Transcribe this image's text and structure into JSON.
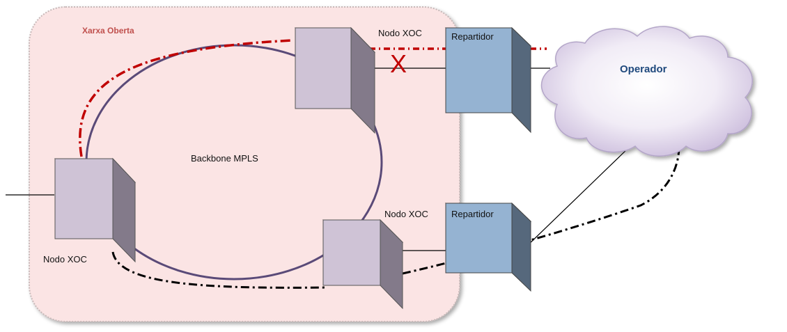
{
  "network": {
    "region_label": "Xarxa Oberta",
    "backbone_label": "Backbone MPLS",
    "cloud_label": "Operador",
    "nodes": [
      {
        "id": "node-top",
        "label": "Nodo XOC"
      },
      {
        "id": "node-left",
        "label": "Nodo XOC"
      },
      {
        "id": "node-bottom",
        "label": "Nodo XOC"
      }
    ],
    "repartidors": [
      {
        "id": "repartidor-top",
        "label": "Repartidor"
      },
      {
        "id": "repartidor-bottom",
        "label": "Repartidor"
      }
    ],
    "failure_mark": "X"
  },
  "colors": {
    "region_fill": "#fbe4e4",
    "region_text": "#c0504d",
    "node_front": "#cfc3d6",
    "node_side": "#837a8a",
    "node_top": "#e2d8e9",
    "repartidor_front": "#95b3d2",
    "repartidor_side": "#56687c",
    "repartidor_top": "#b9cde2",
    "ring": "#5a4a78",
    "red_path": "#c00000",
    "cloud_fill": "#ebe4f2",
    "cloud_text": "#1f497d"
  }
}
